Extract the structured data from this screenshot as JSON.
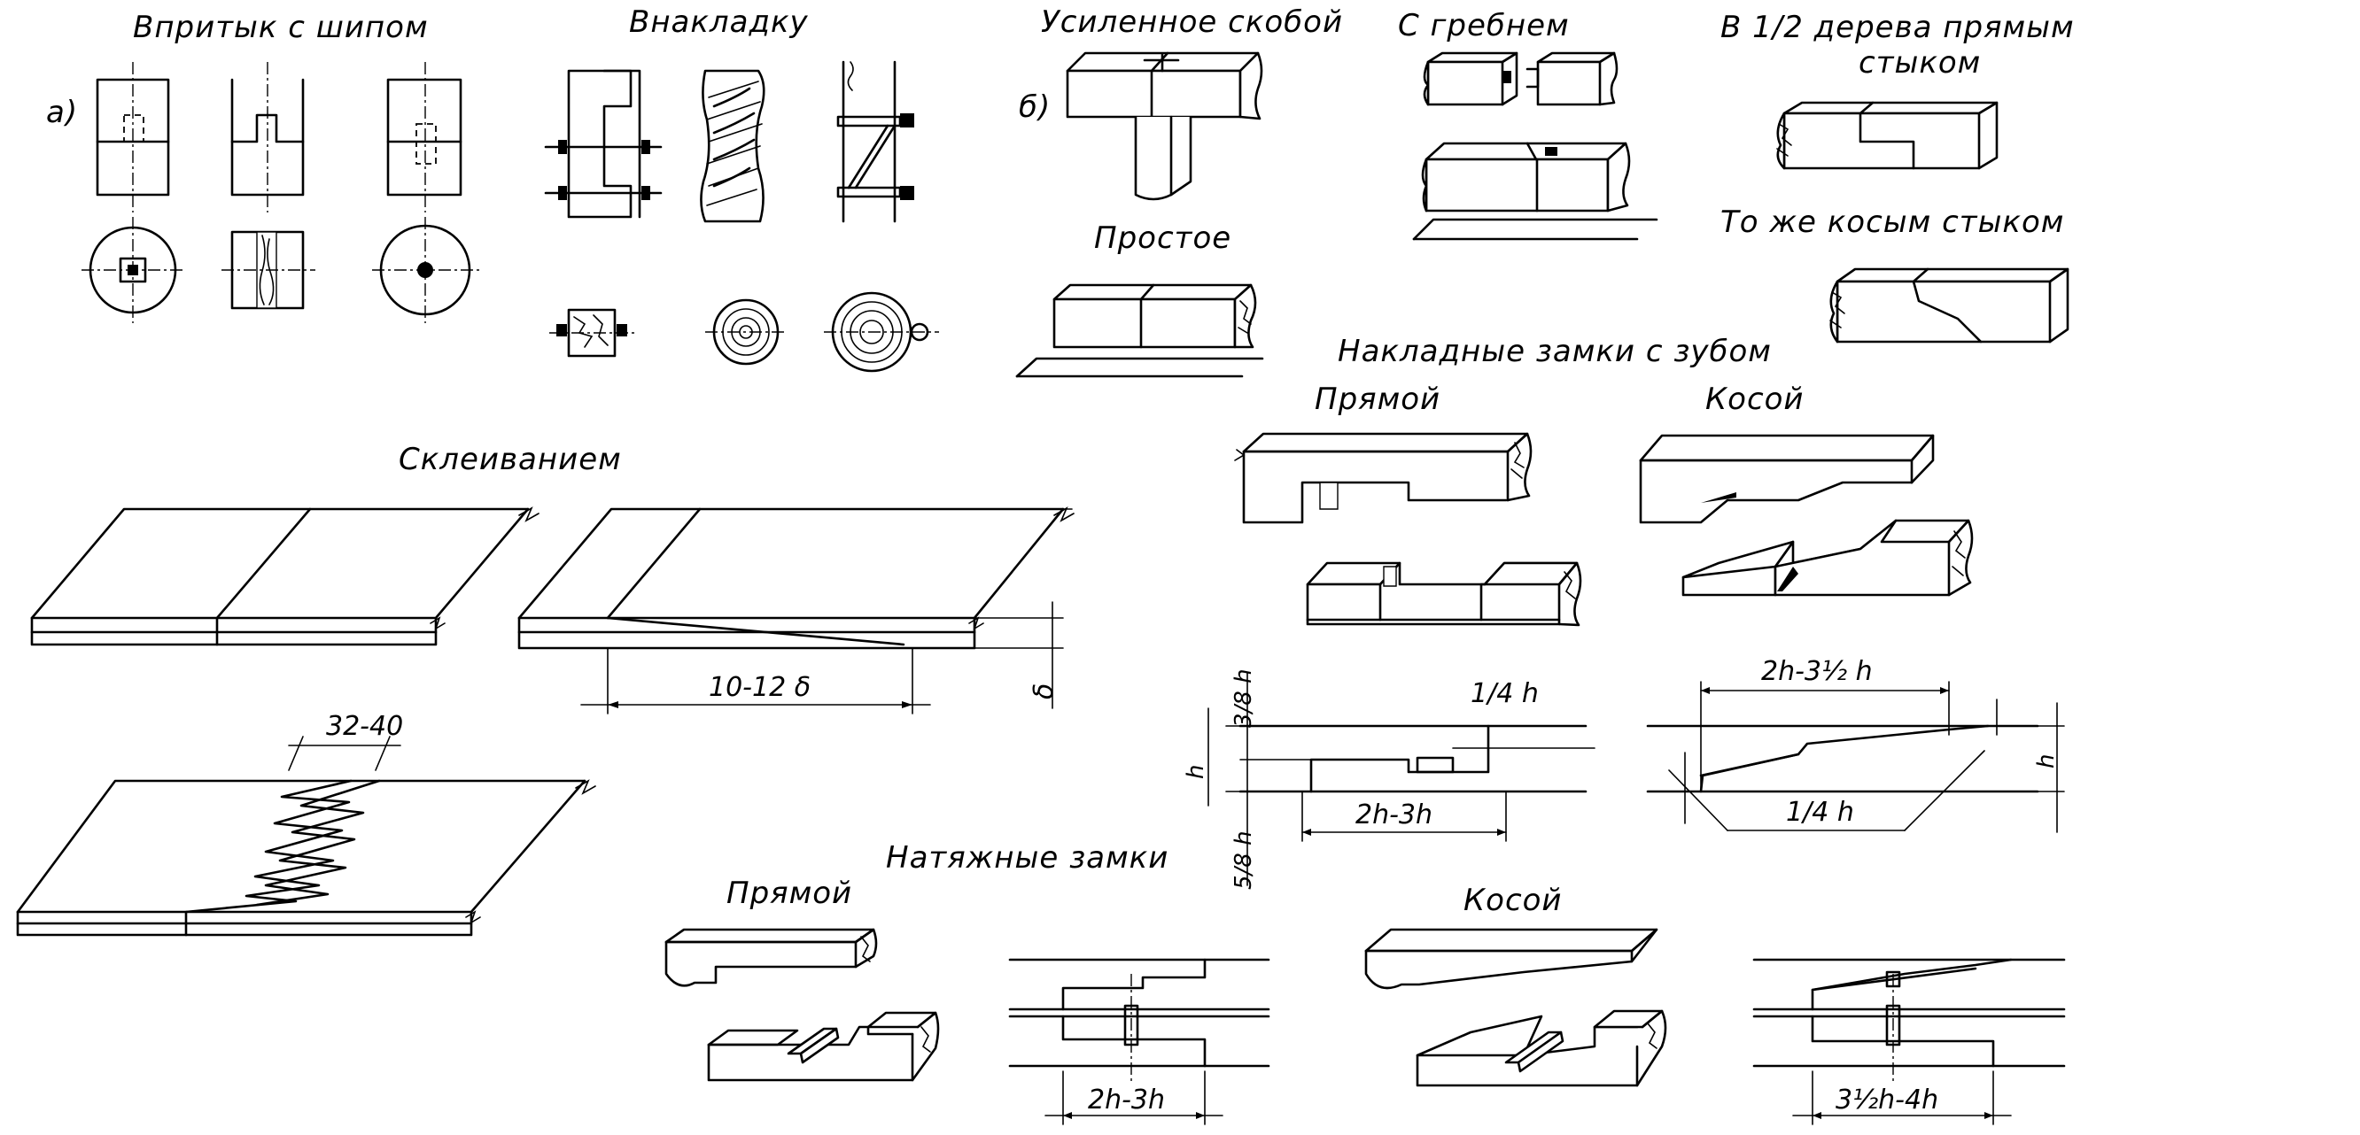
{
  "sections": {
    "butt_tenon": {
      "title": "Впритык с шипом",
      "marker": "а)"
    },
    "overlay": {
      "title": "Внакладку"
    },
    "staple": {
      "title": "Усиленное скобой",
      "marker": "б)"
    },
    "simple": {
      "title": "Простое"
    },
    "tongue": {
      "title": "С гребнем"
    },
    "half_straight": {
      "title_line1": "В 1/2 дерева прямым",
      "title_line2": "стыком"
    },
    "half_oblique": {
      "title": "То же косым стыком"
    },
    "tooth_locks": {
      "title": "Накладные замки с зубом",
      "straight": "Прямой",
      "oblique": "Косой"
    },
    "glued": {
      "title": "Склеиванием"
    },
    "tension_locks": {
      "title": "Натяжные замки",
      "straight": "Прямой",
      "oblique": "Косой"
    }
  },
  "dimensions": {
    "scarf_length": "10-12 δ",
    "thickness": "δ",
    "finger_pitch": "32-40",
    "tooth_quarter": "1/4 h",
    "tooth_three_eighths": "3/8 h",
    "tooth_five_eighths": "5/8 h",
    "tooth_h": "h",
    "tooth_length": "2h-3h",
    "oblique_length": "2h-3½ h",
    "oblique_quarter": "1/4 h",
    "oblique_h": "h",
    "tension_length": "2h-3h",
    "tension_oblique_length": "3½h-4h"
  }
}
